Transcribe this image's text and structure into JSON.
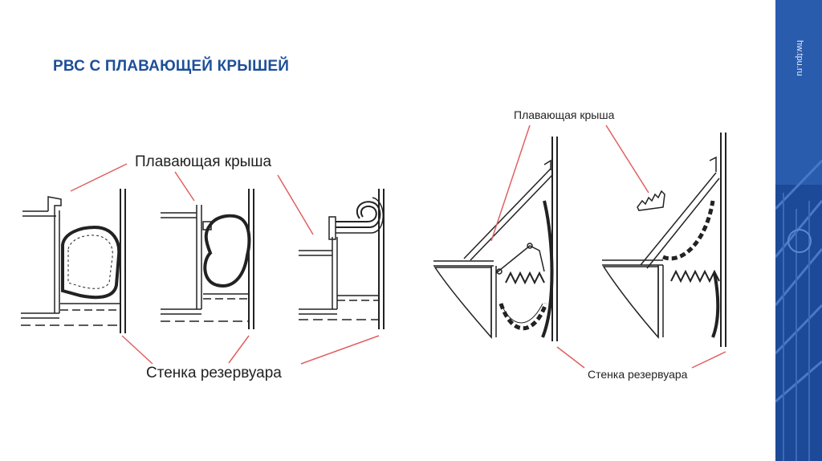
{
  "title": "РВС С ПЛАВАЮЩЕЙ КРЫШЕЙ",
  "site": "hw.tpu.ru",
  "labels": {
    "left_roof": "Плавающая крыша",
    "left_wall": "Стенка резервуара",
    "right_roof": "Плавающая крыша",
    "right_wall": "Стенка резервуара"
  },
  "colors": {
    "title": "#1d4f99",
    "band": "#1f4fa0",
    "leader": "#e06060",
    "ink": "#222222"
  }
}
